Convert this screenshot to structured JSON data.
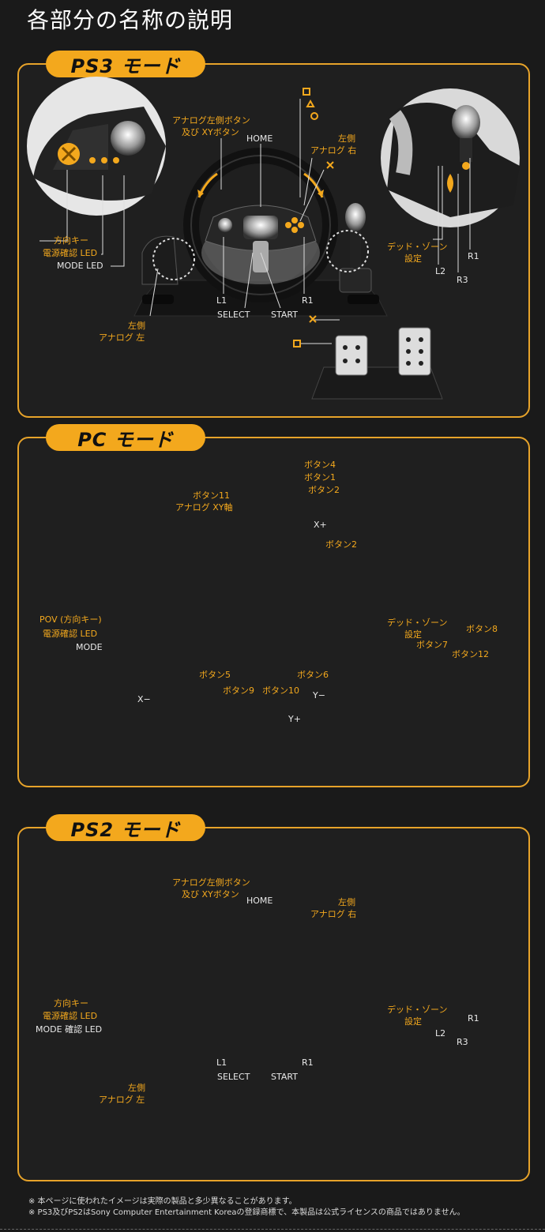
{
  "title": "各部分の名称の説明",
  "ps3": {
    "tab": "PS3 モード",
    "analog_left_btn": "アナログ左側ボタン",
    "analog_left_btn2": "及び XYボタン",
    "home": "HOME",
    "left_side": "左側",
    "analog_right": "アナログ 右",
    "dpad": "方向キー",
    "power_led": "電源確認 LED",
    "mode_led": "MODE LED",
    "deadzone": "デッド・ゾーン",
    "deadzone2": "設定",
    "r1a": "R1",
    "l2": "L2",
    "r3": "R3",
    "l1": "L1",
    "select": "SELECT",
    "start": "START",
    "r1": "R1",
    "left_side2": "左側",
    "analog_left": "アナログ 左"
  },
  "pc": {
    "tab": "PC モード",
    "btn4": "ボタン4",
    "btn1": "ボタン1",
    "btn2a": "ボタン2",
    "btn11": "ボタン11",
    "analog_xy": "アナログ XY軸",
    "xplus": "X+",
    "btn2b": "ボタン2",
    "pov": "POV (方向キー)",
    "power_led": "電源確認 LED",
    "mode": "MODE",
    "deadzone": "デッド・ゾーン",
    "deadzone2": "設定",
    "btn8": "ボタン8",
    "btn7": "ボタン7",
    "btn12": "ボタン12",
    "btn5": "ボタン5",
    "btn6": "ボタン6",
    "btn9": "ボタン9",
    "btn10": "ボタン10",
    "xminus": "X−",
    "yminus": "Y−",
    "yplus": "Y+"
  },
  "ps2": {
    "tab": "PS2 モード",
    "analog_left_btn": "アナログ左側ボタン",
    "analog_left_btn2": "及び XYボタン",
    "home": "HOME",
    "left_side": "左側",
    "analog_right": "アナログ 右",
    "dpad": "方向キー",
    "power_led": "電源確認 LED",
    "mode_led": "MODE 確認 LED",
    "deadzone": "デッド・ゾーン",
    "deadzone2": "設定",
    "r1a": "R1",
    "l2": "L2",
    "r3": "R3",
    "l1": "L1",
    "select": "SELECT",
    "start": "START",
    "r1": "R1",
    "left_side2": "左側",
    "analog_left": "アナログ 左"
  },
  "notes": [
    "※ 本ページに使われたイメージは実際の製品と多少異なることがあります。",
    "※ PS3及びPS2はSony Computer Entertainment Koreaの登録商標で、本製品は公式ライセンスの商品ではありません。"
  ],
  "colors": {
    "accent": "#f3a81d",
    "bg": "#1a1a1a"
  }
}
